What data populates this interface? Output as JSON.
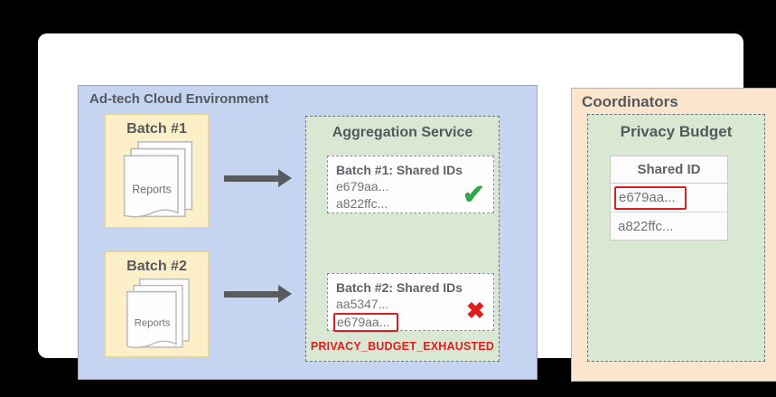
{
  "colors": {
    "adtech_bg": "#c5d4f0",
    "batch_bg": "#fdf0c8",
    "aggregation_bg": "#d8e8d3",
    "coordinators_bg": "#fce5cd",
    "privacy_budget_bg": "#d8e8d3",
    "success_green": "#30a84e",
    "error_red": "#e01e1e",
    "title_text": "#55595e",
    "id_text": "#70757a",
    "arrow": "#595b5e"
  },
  "adtech": {
    "title": "Ad-tech Cloud Environment",
    "batches": [
      {
        "label": "Batch #1",
        "doc_label": "Reports"
      },
      {
        "label": "Batch #2",
        "doc_label": "Reports"
      }
    ]
  },
  "aggregation": {
    "title": "Aggregation Service",
    "results": [
      {
        "title": "Batch #1: Shared IDs",
        "ids": [
          "e679aa...",
          "a822ffc..."
        ],
        "status": "success",
        "highlighted_id": null
      },
      {
        "title": "Batch #2: Shared IDs",
        "ids": [
          "aa5347...",
          "e679aa..."
        ],
        "status": "error",
        "highlighted_id": "e679aa..."
      }
    ],
    "error_label": "PRIVACY_BUDGET_EXHAUSTED"
  },
  "coordinators": {
    "title": "Coordinators",
    "privacy_budget": {
      "title": "Privacy Budget",
      "table": {
        "header": "Shared ID",
        "rows": [
          {
            "id": "e679aa...",
            "highlighted": true
          },
          {
            "id": "a822ffc...",
            "highlighted": false
          }
        ]
      }
    }
  },
  "icons": {
    "check": "✔",
    "cross": "✖"
  }
}
